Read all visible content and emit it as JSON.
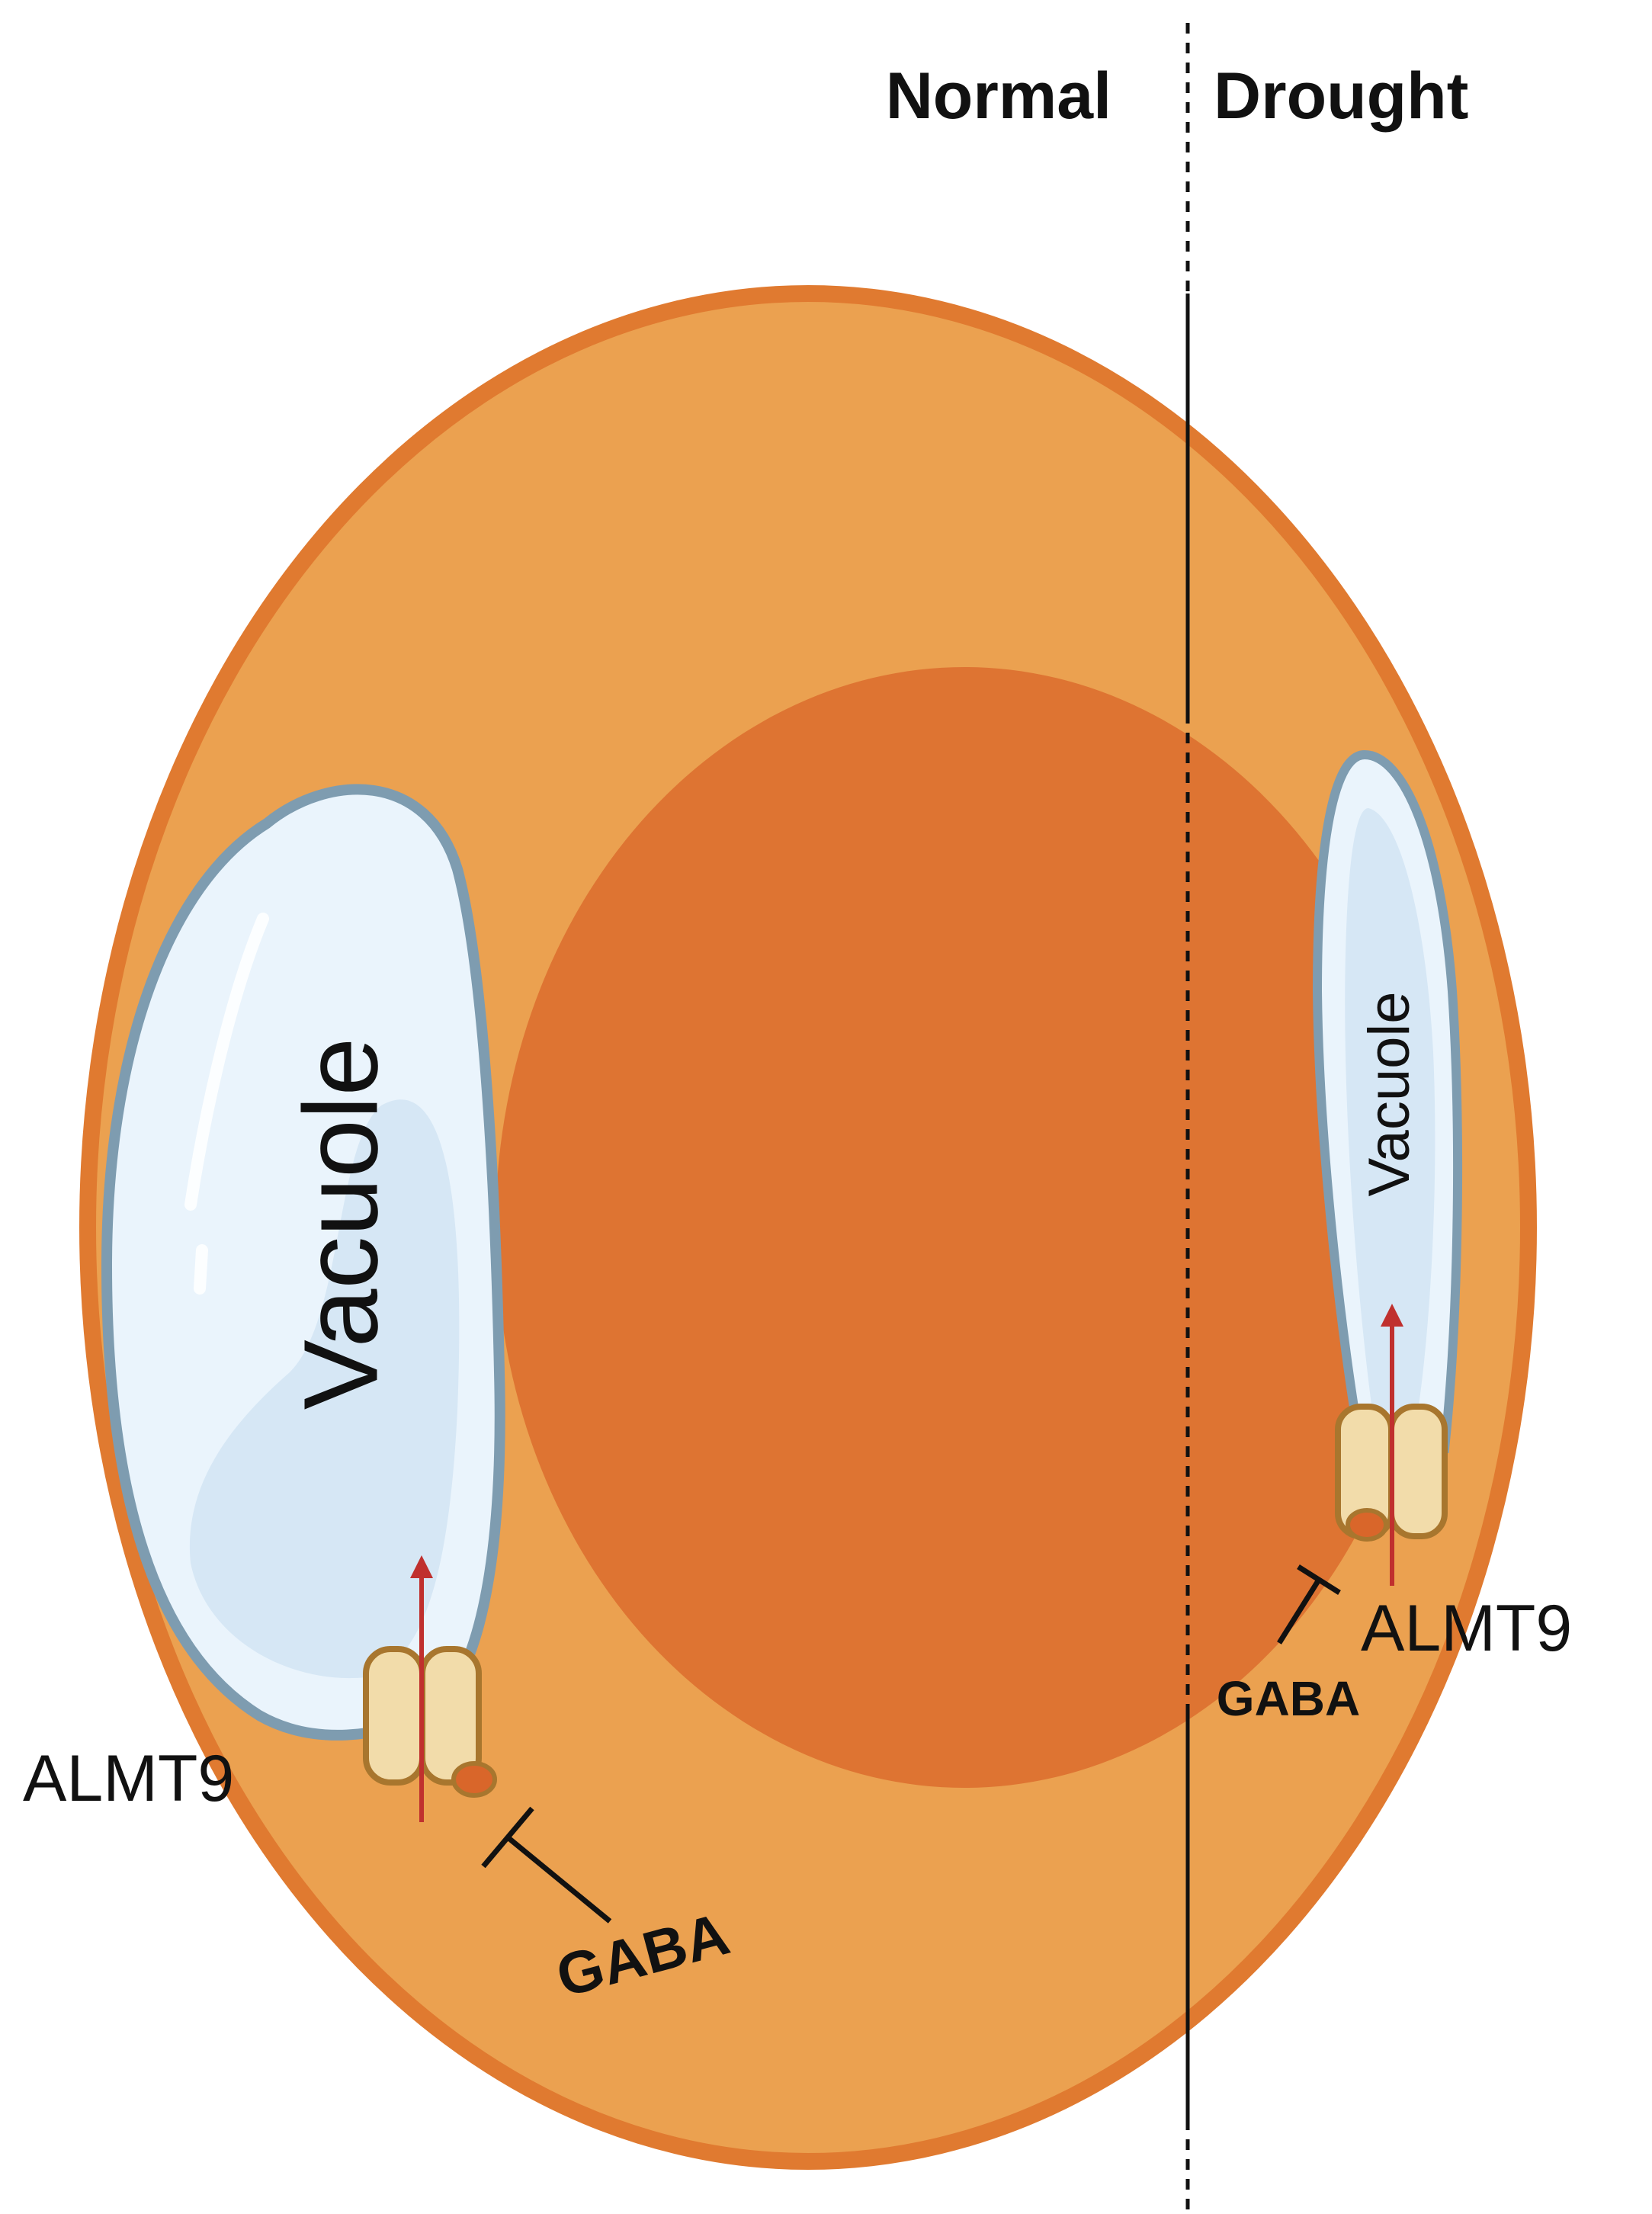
{
  "labels": {
    "normal": "Normal",
    "drought": "Drought",
    "vacuole_left": "Vacuole",
    "vacuole_right": "Vacuole",
    "almt9_left": "ALMT9",
    "almt9_right": "ALMT9",
    "gaba_left": "GABA",
    "gaba_right": "GABA"
  },
  "colors": {
    "cell_fill": "#EBA150",
    "cell_border": "#E07A30",
    "nucleus": "#DE7432",
    "vacuole_fill": "#EAF4FC",
    "vacuole_inner": "#D6E7F5",
    "vacuole_border": "#7E9CB0",
    "channel_fill": "#F2DCAA",
    "channel_border": "#A8762E",
    "pore_fill": "#D9662A",
    "arrow": "#C0302E",
    "line": "#111111"
  }
}
